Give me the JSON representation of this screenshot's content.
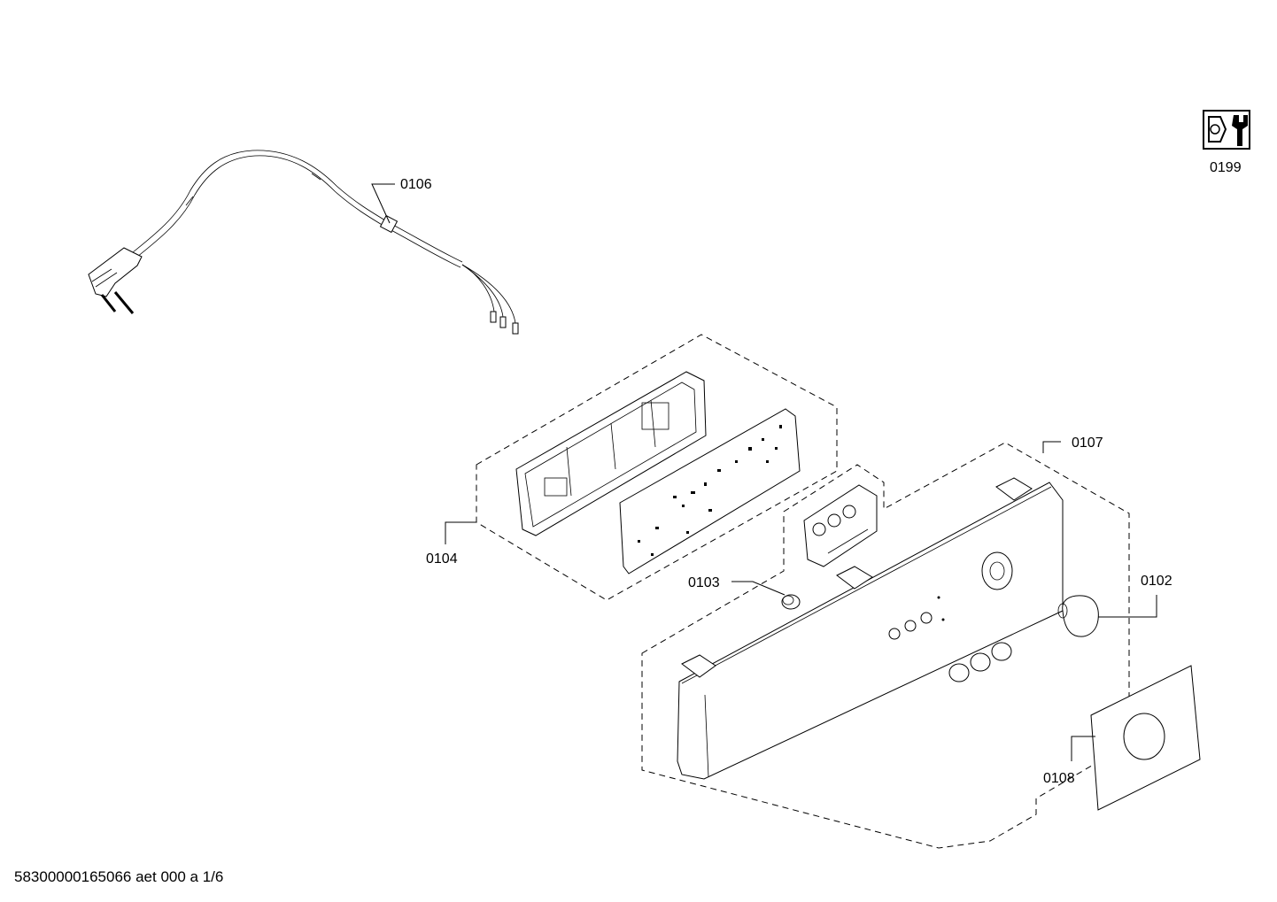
{
  "parts": {
    "power_cord": {
      "label": "0106"
    },
    "service_icon": {
      "label": "0199"
    },
    "electronic_module": {
      "label": "0104"
    },
    "knob_small": {
      "label": "0103"
    },
    "fascia_panel": {
      "label": "0107"
    },
    "rotary_knob": {
      "label": "0102"
    },
    "decor_plate": {
      "label": "0108"
    }
  },
  "footer": {
    "code": "58300000165066 aet 000 a 1/6"
  },
  "colors": {
    "line": "#000000",
    "background": "#ffffff"
  }
}
